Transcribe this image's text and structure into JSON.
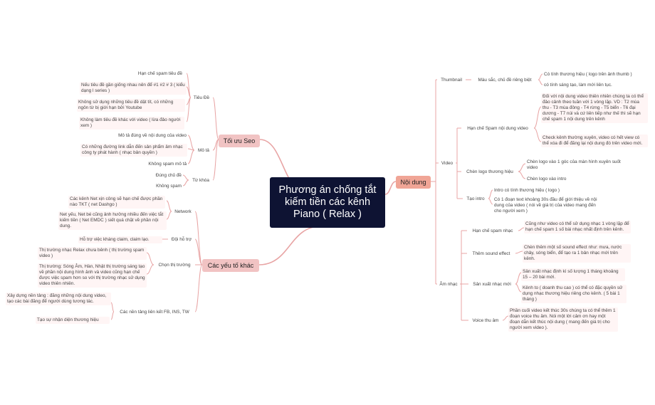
{
  "root": "Phương án chống tắt kiếm tiền các kênh Piano ( Relax )",
  "branches": {
    "seo": "Tối ưu Seo",
    "other": "Các yếu tố khác",
    "content": "Nội dung"
  },
  "seo": {
    "title": {
      "label": "Tiêu Đề",
      "items": [
        "Hạn chế spam tiêu đề",
        "Nếu tiêu đề gần giống nhau nên để #1 #2 # 3 ( kiểu dạng l series )",
        "Không sử dụng những tiêu đề dật tít, có những ngôn từ bị giới hạn bởi Youtube",
        "Không làm tiêu đề khác với video ( lừa đảo người xem )"
      ]
    },
    "desc": {
      "label": "Mô tả",
      "items": [
        "Mô tả đúng về nội dung của video",
        "Có những đường link dẫn đến sản phẩm âm nhạc công ty phát hành ( nhạc bản quyền )",
        "Không spam mô tả"
      ]
    },
    "tags": {
      "label": "Từ khóa",
      "items": [
        "Đúng chủ đề",
        "Không spam"
      ]
    }
  },
  "other": {
    "network": {
      "label": "Network",
      "items": [
        "Các kênh Net xịn công sẽ hạn chế được phần nào TKT ( net Dashgo )",
        "Net yếu, Net bé cũng ảnh hưởng nhiều đến việc tắt kiếm tiền ( Net EMDC ) siết quá chặt về phần nội dung."
      ]
    },
    "support": {
      "label": "Đội hỗ trợ",
      "items": [
        "Hỗ trợ việc kháng claim, claim lạo."
      ]
    },
    "market": {
      "label": "Chọn thị trường",
      "items": [
        "Thị trường nhạc Relax chưa bênh ( thị trường spam video )",
        "Thị trường: Sóng Âm, Hàn, Nhật thị trường sáng tạo về phần nội dung hình ảnh và video cũng hạn chế được việc spam hơn so với thị trường nhạc sử dụng video thiên nhiên."
      ]
    },
    "platform": {
      "label": "Các nền tảng liên kết FB, INS, TW",
      "items": [
        "Xây dựng nền tảng : đăng những nội dung video, tạo các bài đăng để người dùng tương tác.",
        "Tạo sự nhận diện thương hiệu"
      ]
    }
  },
  "content": {
    "thumbnail": {
      "label": "Thumbnail",
      "sub": "Màu sắc, chủ đề riêng biệt",
      "items": [
        "Có tính thương hiệu ( logo trên ảnh thumb )",
        "có tính sáng tạo, làm mới liên tục."
      ]
    },
    "video": {
      "label": "Video",
      "spam": {
        "label": "Hạn chế Spam nội dung video",
        "items": [
          "Đối với nội dung video thiên nhiên chúng ta có thể đảo cảnh theo tuần với 1 vòng lặp. VD : T2 mùa thu - T3 mùa đông - T4 rừng - T5 biển - T6 đại dương - T7 núi và cứ liên tiếp như thế thì sẽ hạn chế spam 1 nội dung trên kênh",
          "Check kênh thường xuyên, video có hết view có thể xóa đi để đăng lại nội dung đó trên video mới."
        ]
      },
      "logo": {
        "label": "Chèn logo thương hiệu",
        "items": [
          "Chèn logo vào 1 góc của màn hình xuyên suốt video",
          "Chèn logo vào intro"
        ]
      },
      "intro": {
        "label": "Tạo intro",
        "items": [
          "Intro có tính thương hiệu ( logo )",
          "Có 1 đoạn text khoảng 30s đầu để giới thiệu về nội dung của video ( nói về giá trị của video mang đến cho người xem )"
        ]
      }
    },
    "music": {
      "label": "Âm nhạc",
      "spam": {
        "label": "Hạn chế spam nhạc",
        "items": [
          "Cũng như video có thể sử dụng nhạc 1 vòng lặp để hạn chế spam 1 số bài nhạc nhất định trên kênh."
        ]
      },
      "sound": {
        "label": "Thêm sound effect",
        "items": [
          "Chèn thêm một số sound effect như: mưa, nước chảy, sóng biển, để tạo ra 1 bản nhạc mới trên kênh."
        ]
      },
      "produce": {
        "label": "Sản xuất nhạc mới",
        "items": [
          "Sản xuất nhạc định kì số lượng 1 tháng khoảng 15 – 20 bài mới.",
          "Kênh to ( doanh thu cao ) có thể có đặc quyền sử dụng nhạc thương hiệu riêng cho kênh. ( 5 bài 1 tháng )"
        ]
      },
      "outro": {
        "label": "Voice thu âm",
        "items": [
          "Phần cuối video kết thúc 30s chúng ta có thể thêm 1 đoạn voice thu âm. Nói một lời cảm ơn hay một đoạn dẫn kết thúc nội dung ( mang đến giá trị cho người xem video )."
        ]
      }
    }
  },
  "colors": {
    "root_bg": "#0e1333",
    "branch_bg": "#f1c3c3",
    "content_branch_bg": "#f0a596",
    "line": "#e8a4a4",
    "leaf_bg": "#fff5f5"
  }
}
